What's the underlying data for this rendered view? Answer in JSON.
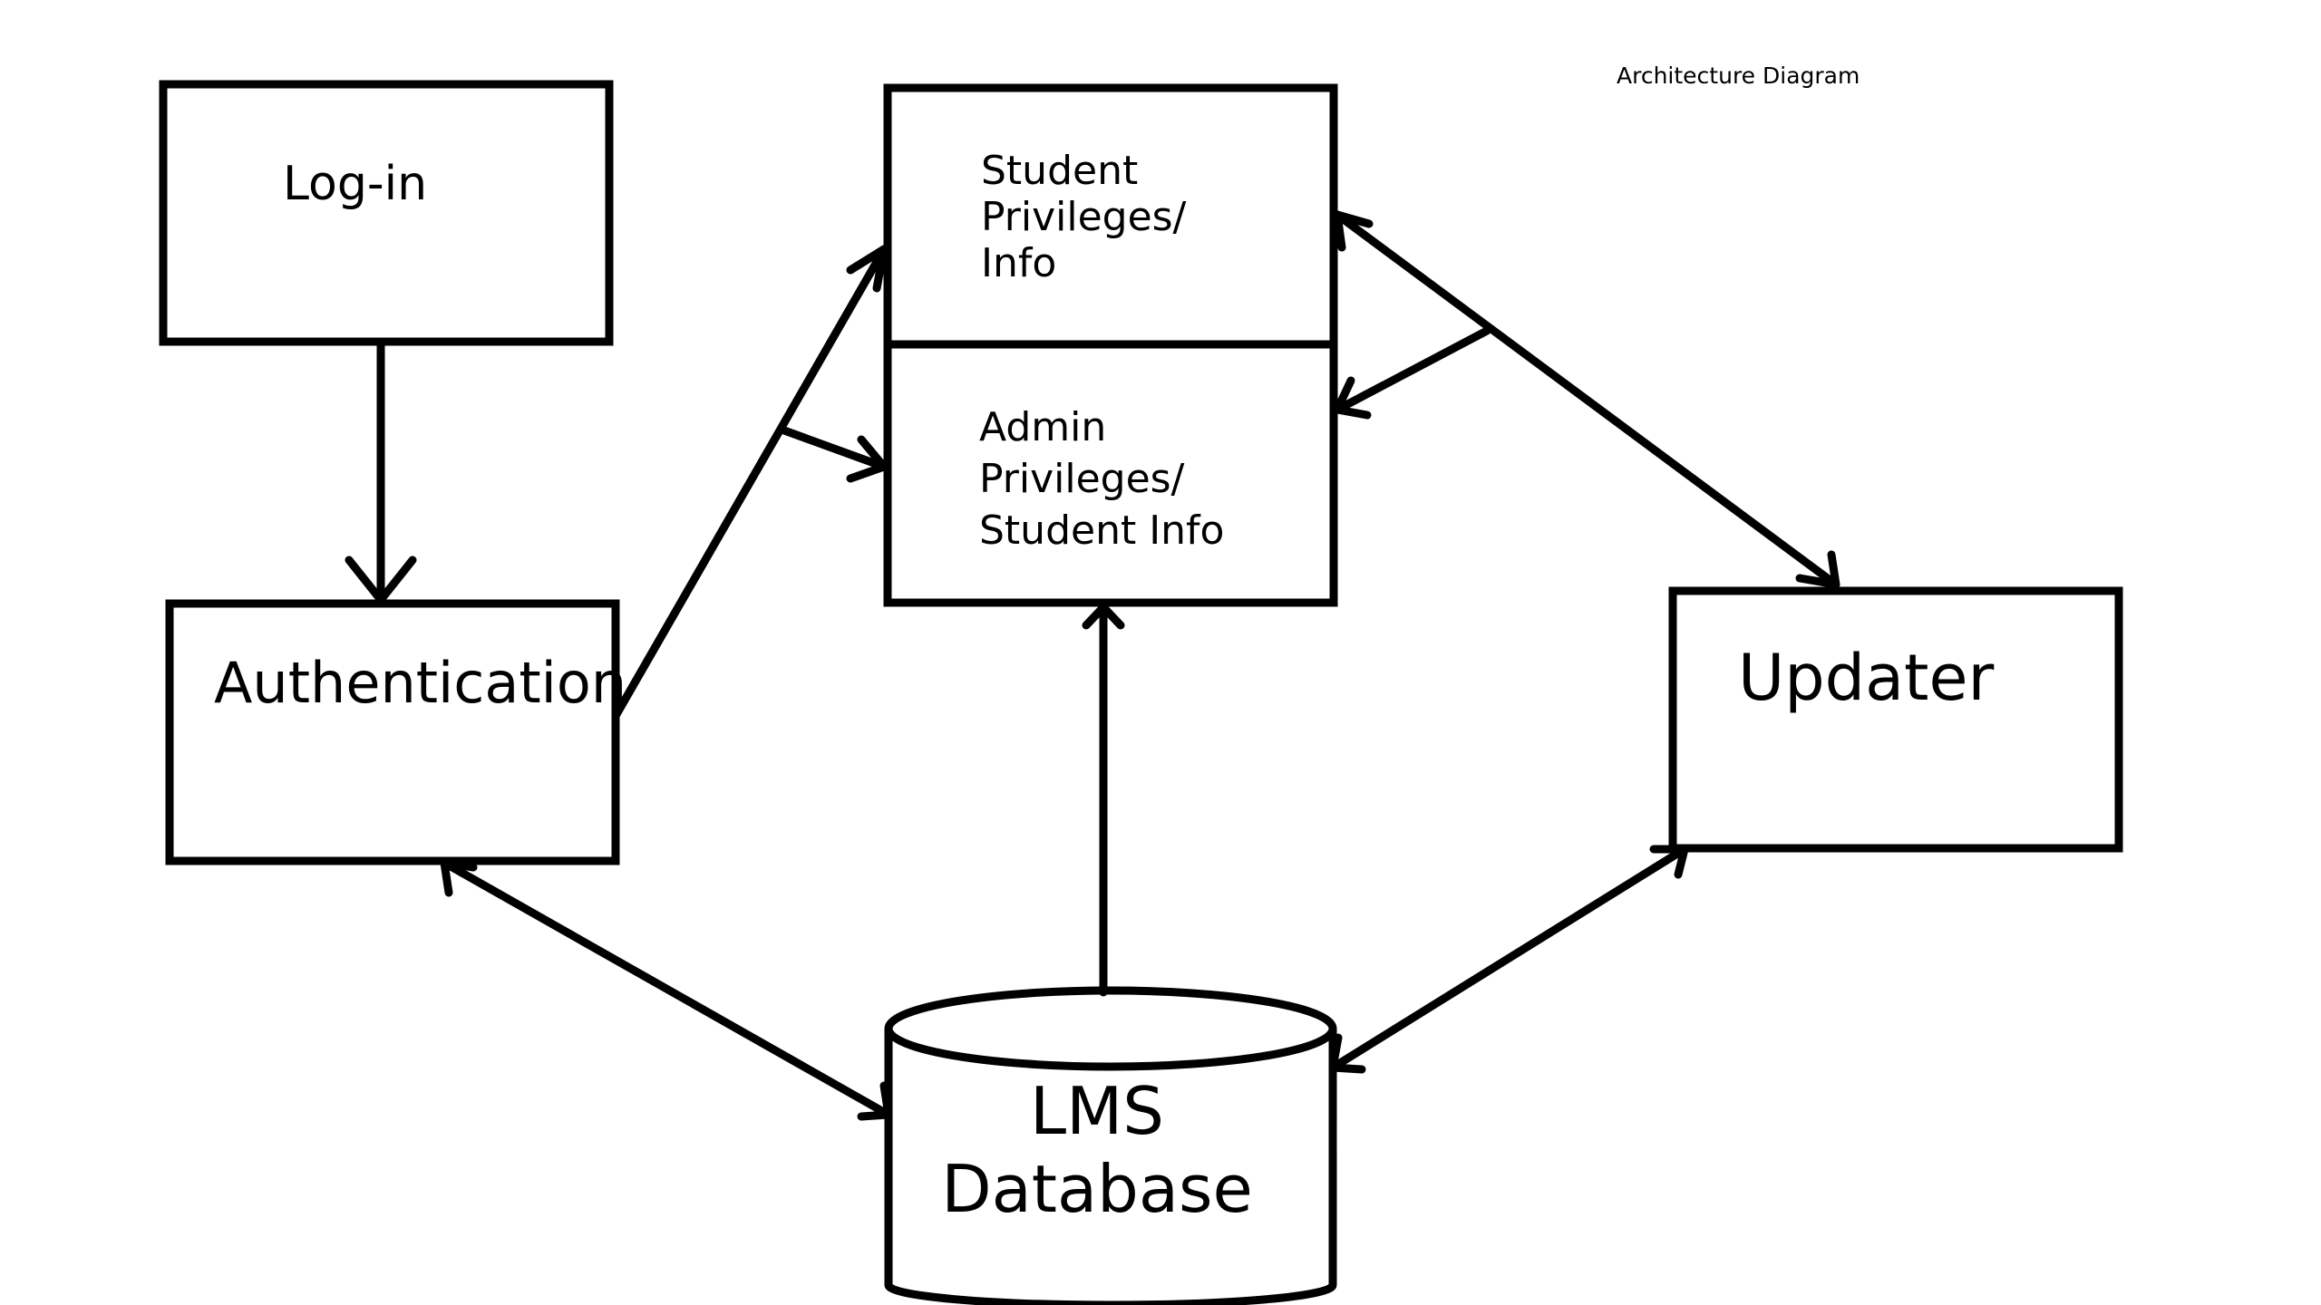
{
  "title": "Architecture Diagram",
  "nodes": {
    "login": {
      "label": "Log-in"
    },
    "authentication": {
      "label": "Authentication"
    },
    "student": {
      "line1": "Student",
      "line2": "Privileges/",
      "line3": "Info"
    },
    "admin": {
      "line1": "Admin",
      "line2": "Privileges/",
      "line3": "Student Info"
    },
    "updater": {
      "label": "Updater"
    },
    "database": {
      "line1": "LMS",
      "line2": "Database"
    }
  },
  "colors": {
    "stroke": "#000000",
    "background": "#ffffff"
  }
}
